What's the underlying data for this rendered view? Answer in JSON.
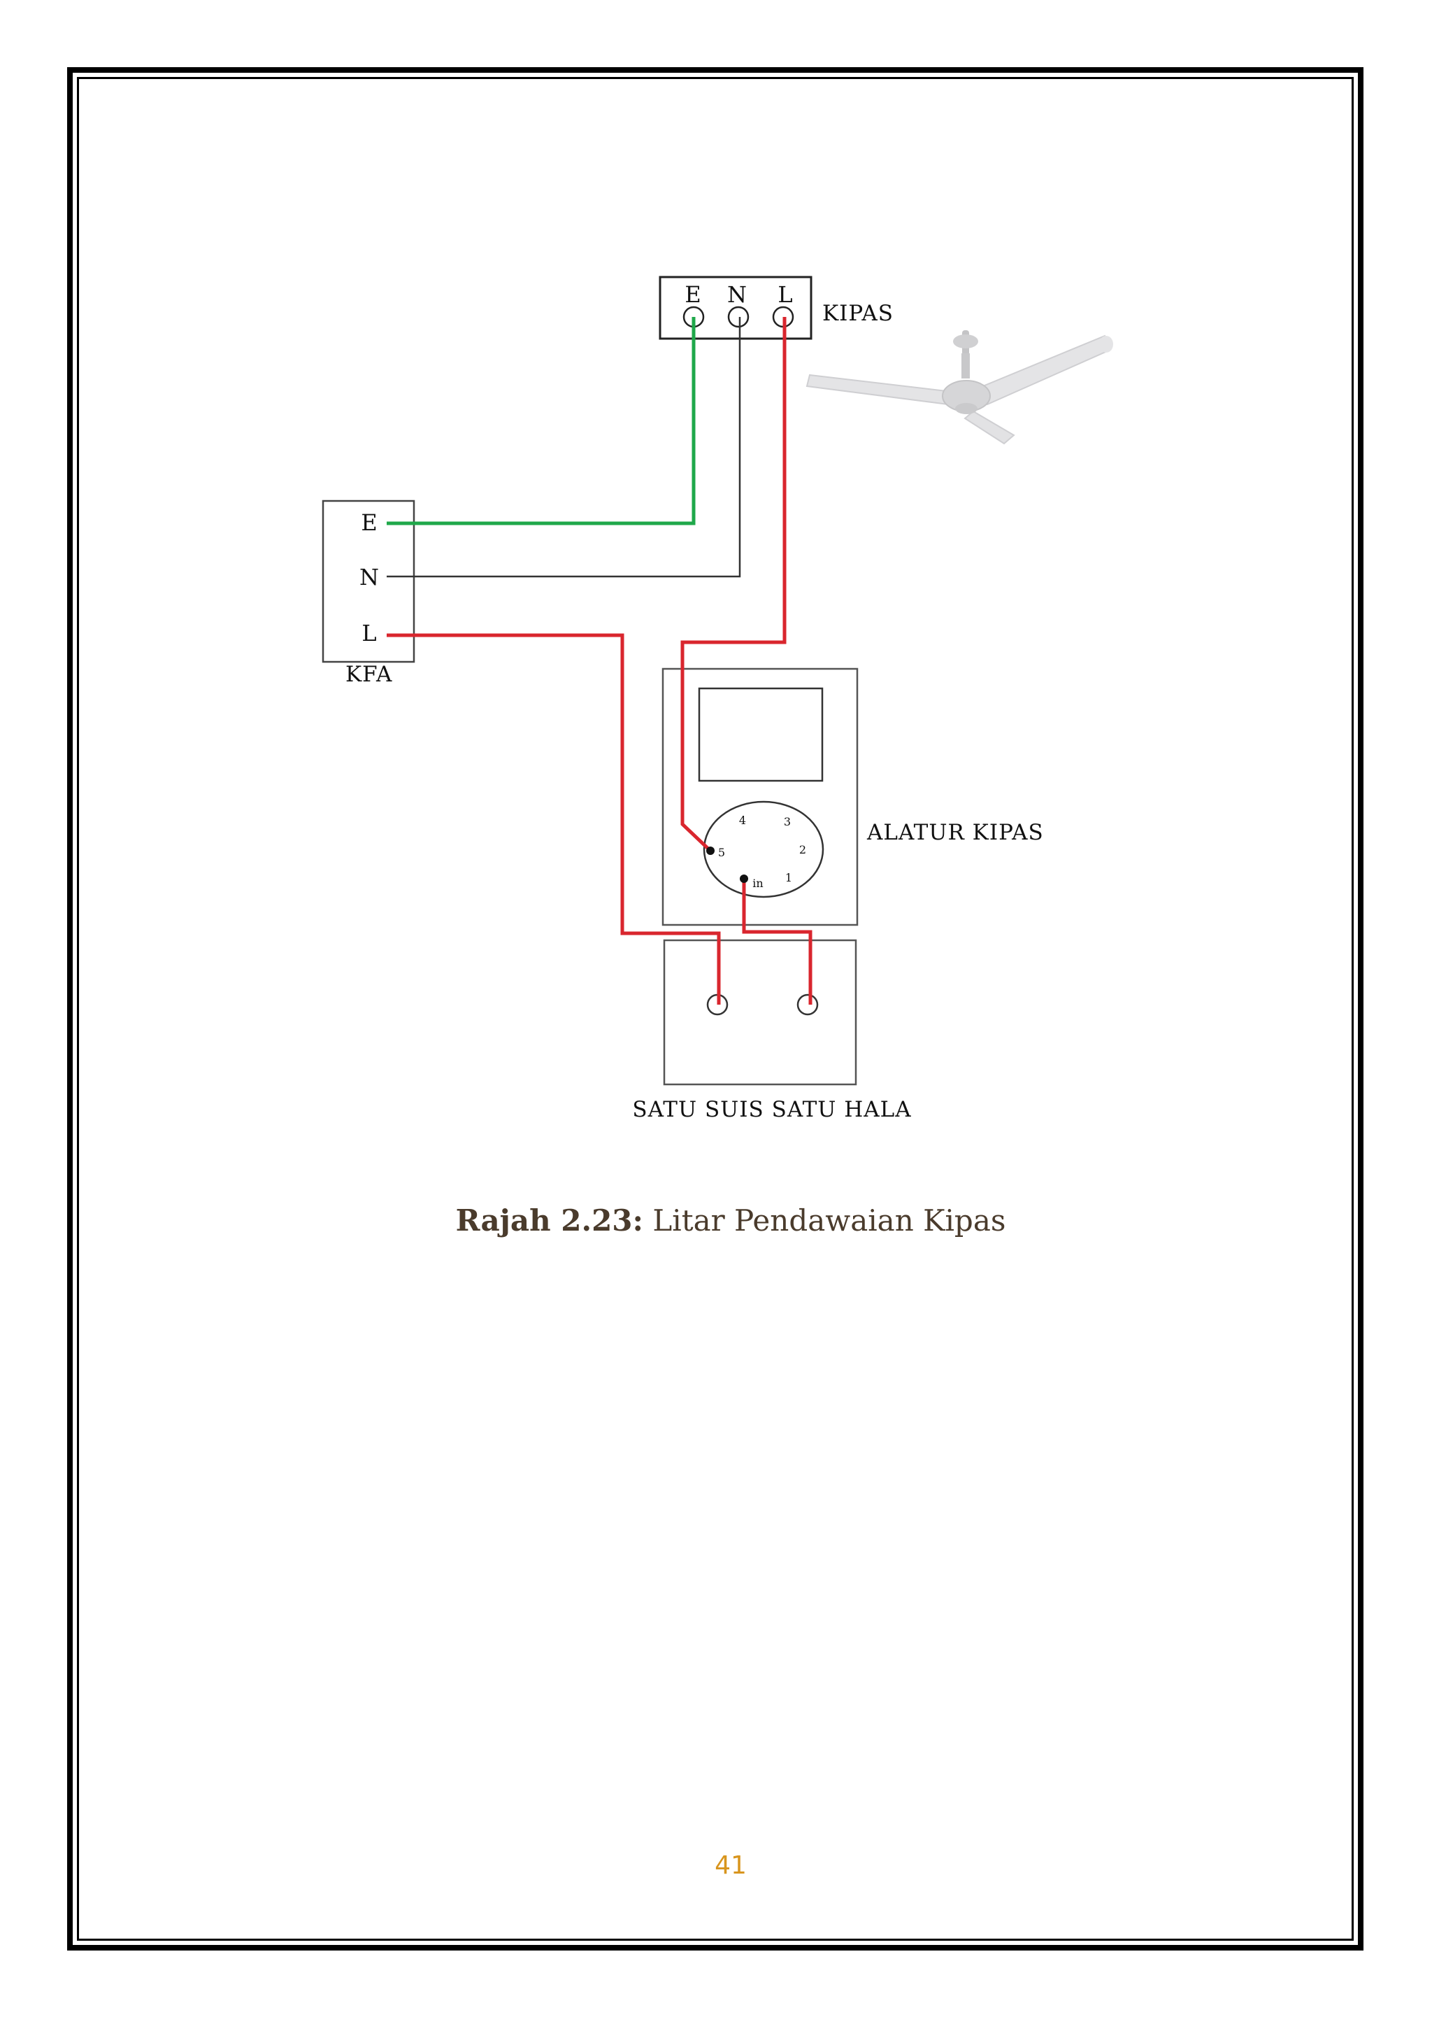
{
  "diagram": {
    "fan_terminal_labels": [
      "E",
      "N",
      "L"
    ],
    "fan_label": "KIPAS",
    "kfa_terminal_labels": [
      "E",
      "N",
      "L"
    ],
    "kfa_label": "KFA",
    "regulator_label": "ALATUR KIPAS",
    "regulator_dial_marks": [
      "4",
      "3",
      "5",
      "2",
      "in",
      "1"
    ],
    "switch_label": "SATU SUIS SATU HALA",
    "wire_colors": {
      "earth": "#1fa84a",
      "neutral": "#333333",
      "live": "#d9262e"
    }
  },
  "caption": {
    "number": "Rajah 2.23:",
    "title": "Litar Pendawaian Kipas"
  },
  "page_number": "41"
}
